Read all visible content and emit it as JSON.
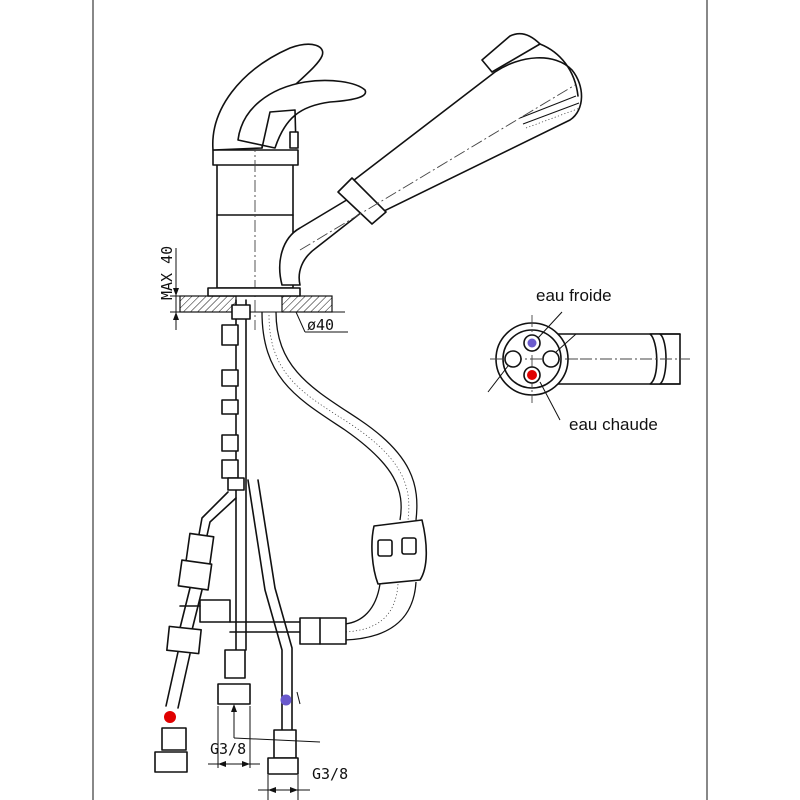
{
  "labels": {
    "max_height": "MAX 40",
    "hole_diameter": "ø40",
    "cold_water": "eau froide",
    "hot_water": "eau chaude",
    "thread_left": "G3/8",
    "thread_right": "G3/8"
  },
  "colors": {
    "cold_marker": "#6a5acd",
    "hot_marker": "#e00000",
    "line": "#111111"
  }
}
